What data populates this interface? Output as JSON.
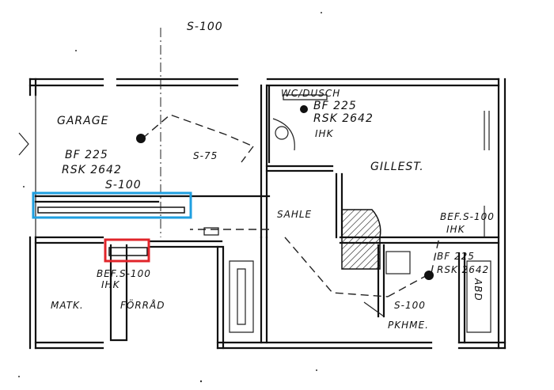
{
  "labels": {
    "s100_top": "S-100",
    "wc_dusch": "WC/DUSCH",
    "bf225_wc": "BF 225",
    "rsk2642_wc": "RSK 2642",
    "ihk_wc": "IHK",
    "garage": "GARAGE",
    "bf225_garage": "BF 225",
    "rsk2642_garage": "RSK 2642",
    "s100_garage": "S-100",
    "s75": "S-75",
    "gillest": "GILLEST.",
    "sahle": "SAHLE",
    "bef_s100_right": "BEF.S-100",
    "ihk_right": "IHK",
    "bf225_right": "BF 225",
    "rsk2642_right": "RSK 2642",
    "bef_s100_left": "BEF.S-100",
    "ihk_left": "IHK",
    "s100_bottom": "S-100",
    "matk": "MATK.",
    "forrad": "FÖRRÅD",
    "pkhme": "PKHME.",
    "abd": "ABD"
  },
  "highlights": {
    "blue": "#1f9fe0",
    "red": "#e0242a"
  }
}
